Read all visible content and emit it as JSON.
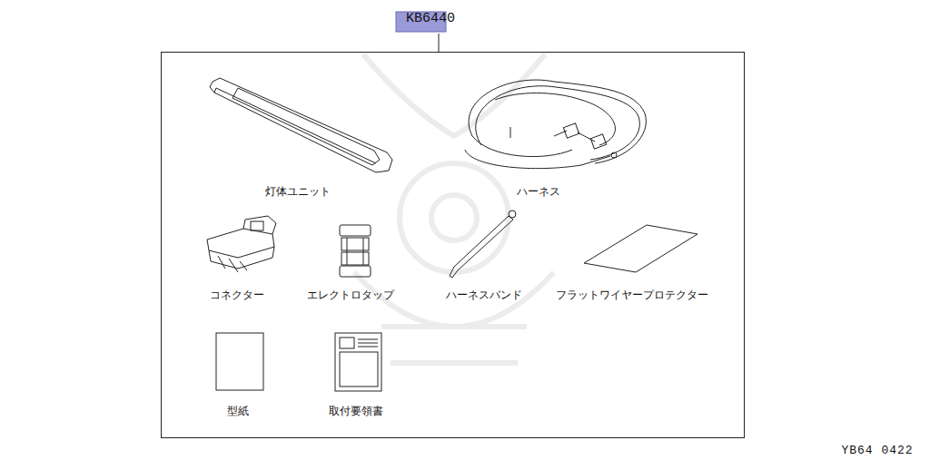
{
  "diagram": {
    "nodes": [
      {
        "text": [
          "KB6440"
        ]
      }
    ],
    "labels": [
      "灯体ユニット",
      "ハーネス",
      "コネクター",
      "エレクトロタップ",
      "ハーネスバンド",
      "フラットワイヤープロテクター",
      "型紙",
      "取付要領書",
      "YB64 0422"
    ]
  }
}
